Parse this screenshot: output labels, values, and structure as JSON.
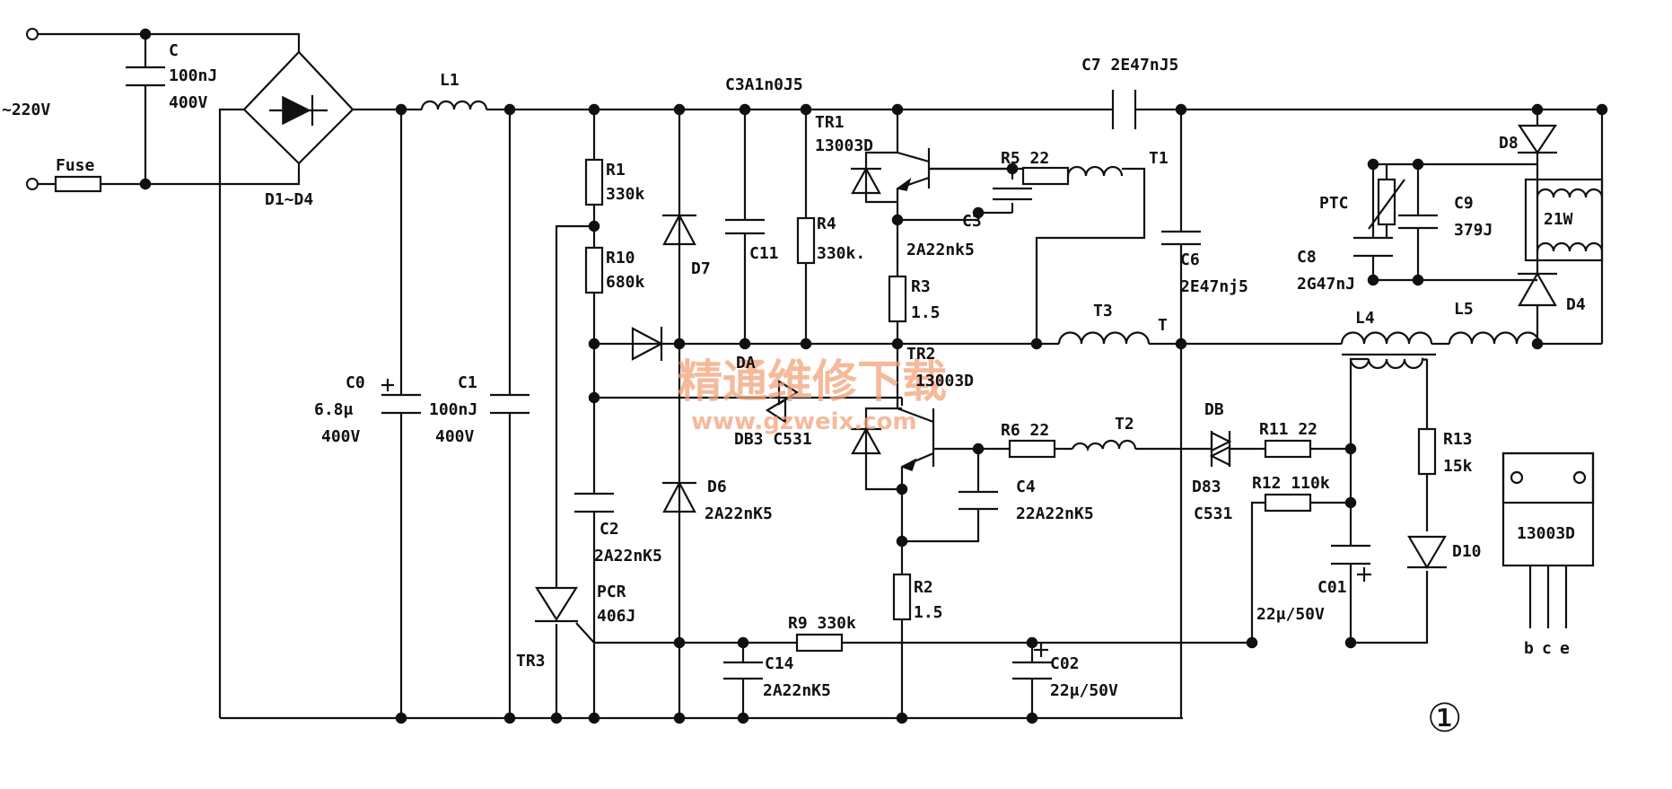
{
  "labels": {
    "source": "~220V",
    "fuse": "Fuse",
    "c_name": "C",
    "c_val1": "100nJ",
    "c_val2": "400V",
    "bridge": "D1~D4",
    "l1": "L1",
    "c3a": "C3A1n0J5",
    "c7": "C7  2E47nJ5",
    "tr1": "TR1",
    "tr1_val": "13003D",
    "r5": "R5  22",
    "t1": "T1",
    "c3": "C3",
    "c3_val": "2A22nk5",
    "r1": "R1",
    "r1_val": "330k",
    "r10": "R10",
    "r10_val": "680k",
    "d7": "D7",
    "c11": "C11",
    "r4": "R4",
    "r4_val": "330k.",
    "r3": "R3",
    "r3_val": "1.5",
    "c6": "C6",
    "c6_val": "2E47nj5",
    "t3": "T3",
    "t": "T",
    "c0": "C0",
    "c0_val1": "6.8μ",
    "c0_val2": "400V",
    "c1": "C1",
    "c1_val1": "100nJ",
    "c1_val2": "400V",
    "da": "DA",
    "db3": "DB3 C531",
    "tr2": "TR2",
    "tr2_val": "13003D",
    "r6": "R6  22",
    "t2": "T2",
    "c4": "C4",
    "c4_val": "22A22nK5",
    "db": "DB",
    "d83": "D83",
    "d83_val": "C531",
    "r11": "R11  22",
    "r12": "R12  110k",
    "d6": "D6",
    "d6_val": "2A22nK5",
    "c2": "C2",
    "c2_val": "2A22nK5",
    "pcr": "PCR",
    "pcr_val": "406J",
    "tr3": "TR3",
    "r2": "R2",
    "r2_val": "1.5",
    "r9": "R9  330k",
    "c14": "C14",
    "c14_val": "2A22nK5",
    "c02": "C02",
    "c02_val": "22μ/50V",
    "c01": "C01",
    "c01_val": "22μ/50V",
    "r13": "R13",
    "r13_val": "15k",
    "d10": "D10",
    "ptc": "PTC",
    "c9": "C9",
    "c9_val": "379J",
    "c8": "C8",
    "c8_val": "2G47nJ",
    "d8": "D8",
    "d4": "D4",
    "lamp": "21W",
    "l4": "L4",
    "l5": "L5",
    "pkg": "13003D",
    "pin_b": "b",
    "pin_c": "c",
    "pin_e": "e",
    "fig": "①"
  },
  "watermark": {
    "title": "精通维修下载",
    "url": "www.gzweix.com"
  }
}
